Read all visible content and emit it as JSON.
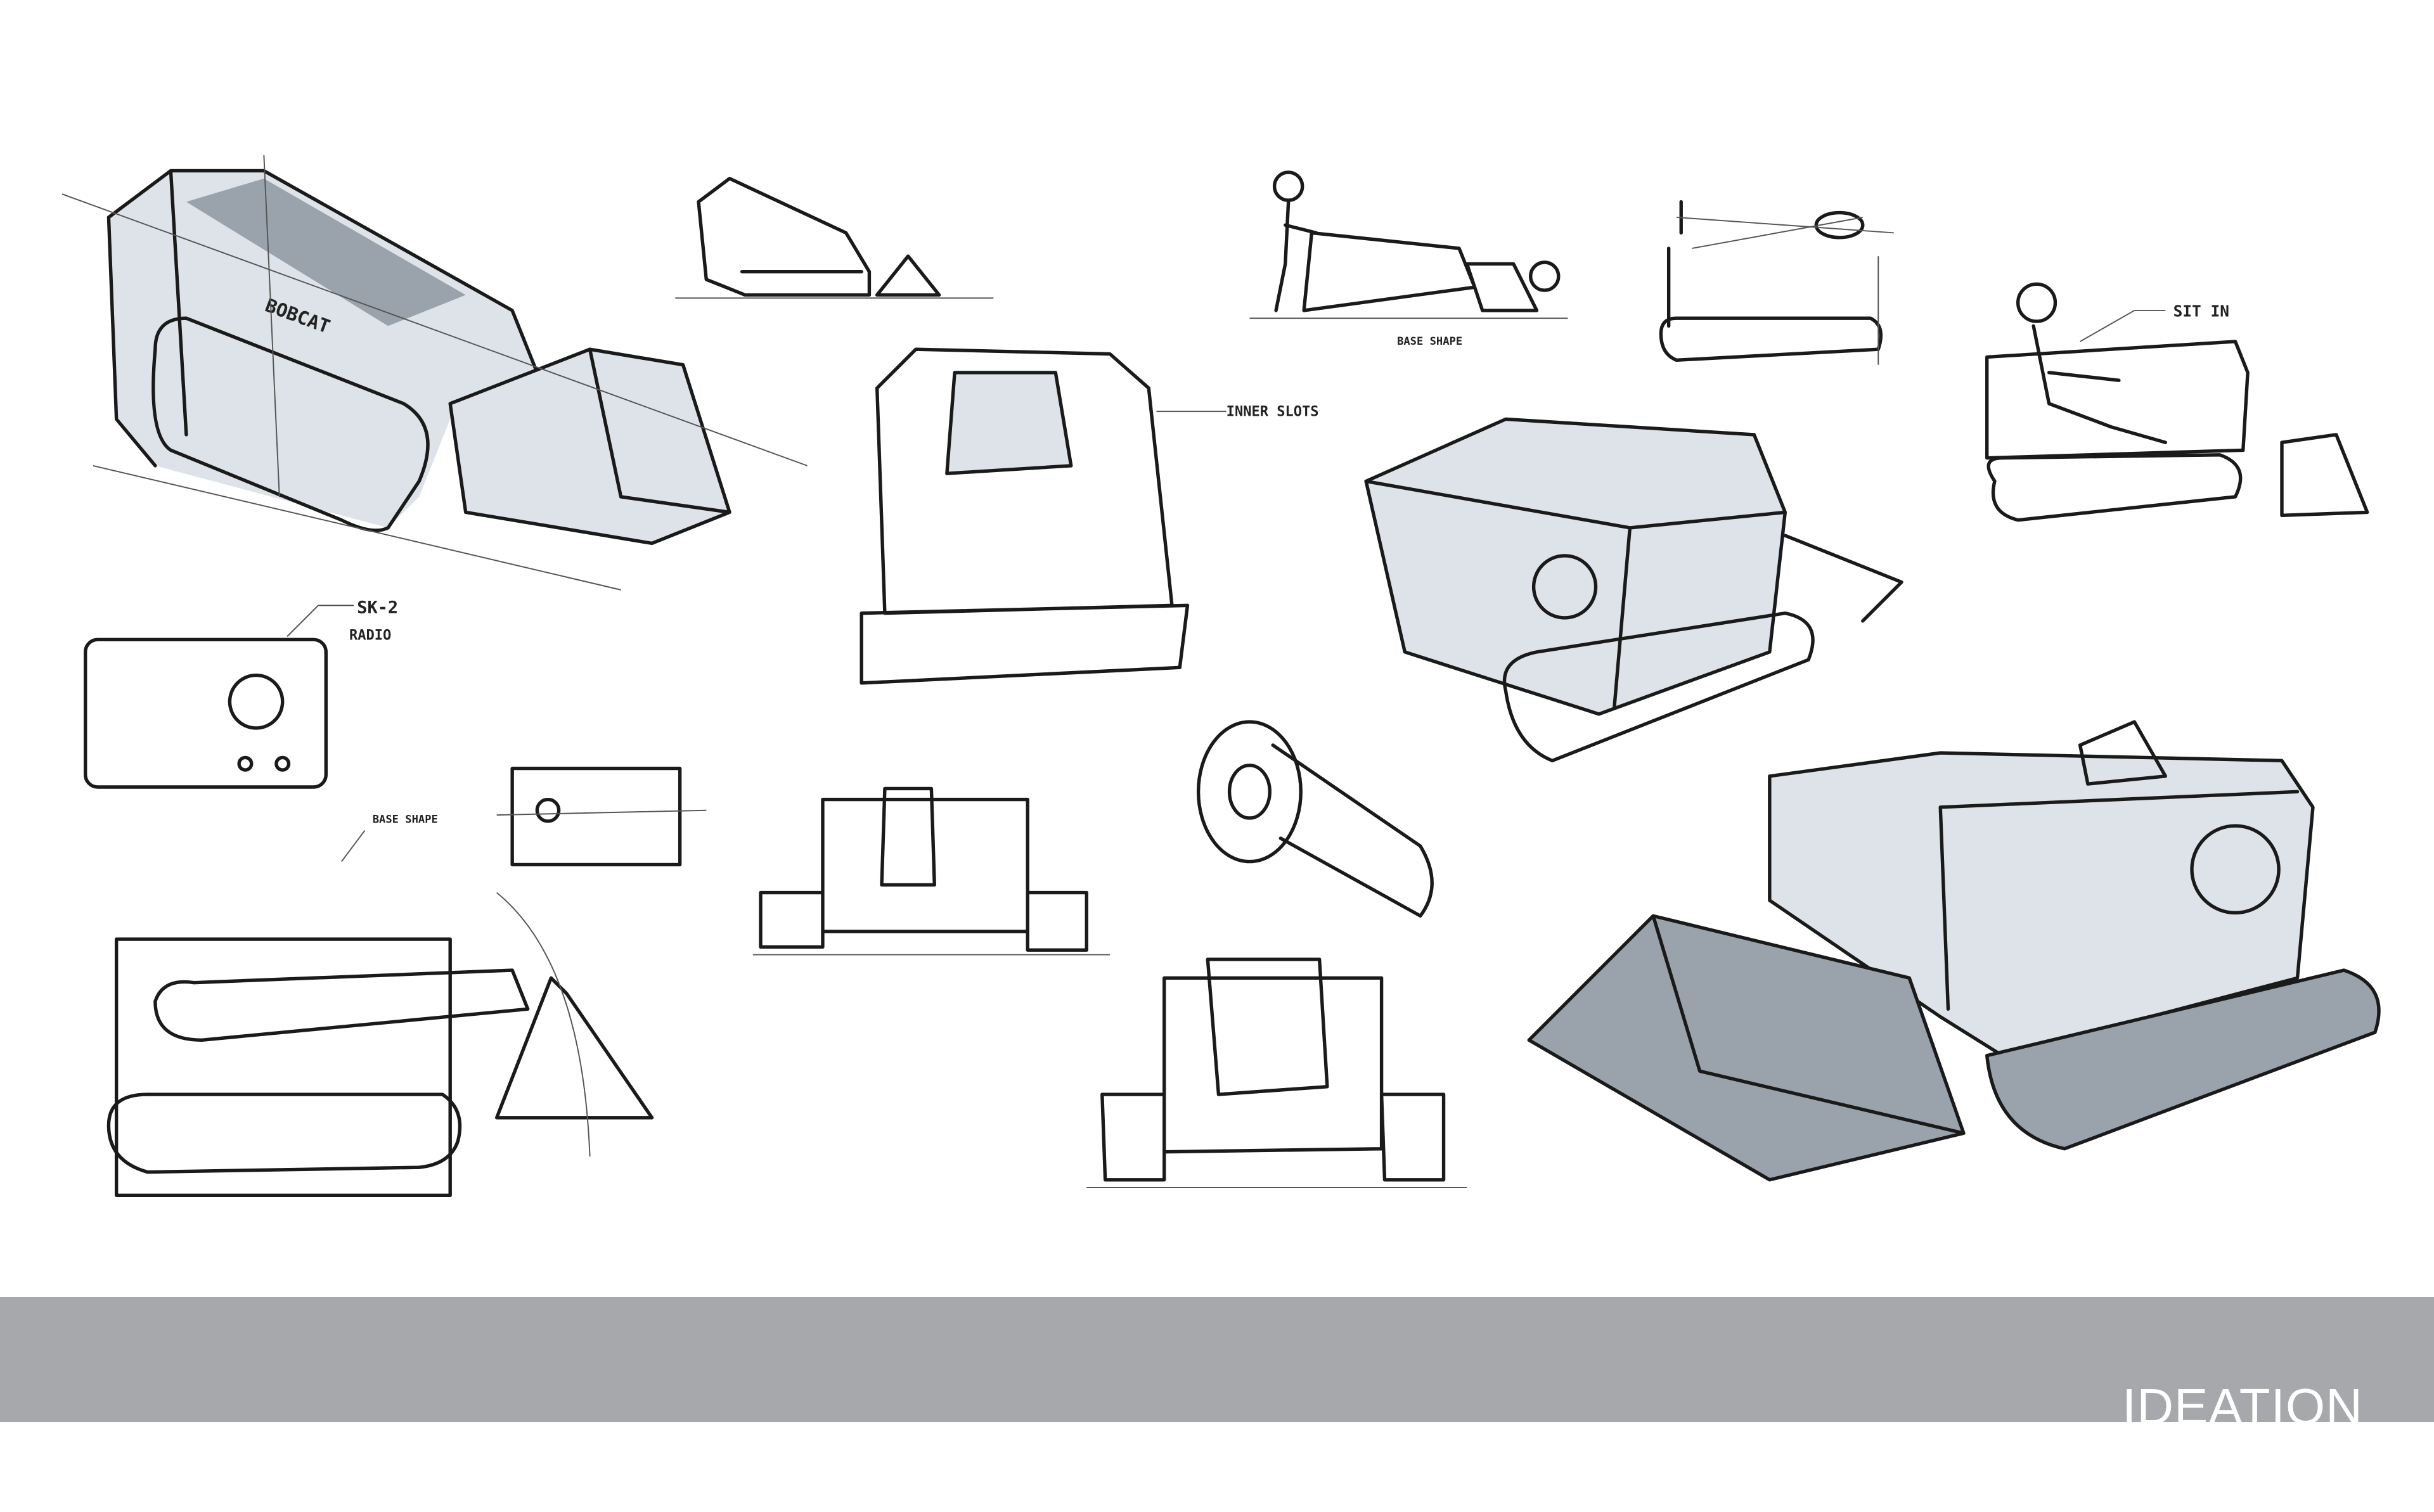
{
  "page": {
    "title": "IDEATION"
  },
  "annotations": {
    "logo_on_loader": "BOBCAT",
    "radio_label_1": "SK-2",
    "radio_label_2": "RADIO",
    "inner_slots": "INNER SLOTS",
    "base_shape_top": "BASE SHAPE",
    "base_shape_left": "BASE SHAPE",
    "sit_in": "SIT IN"
  },
  "colors": {
    "band": "#a7a8ab",
    "title": "#ffffff",
    "ink": "#1a1a1a",
    "marker": "#dde3e8"
  }
}
